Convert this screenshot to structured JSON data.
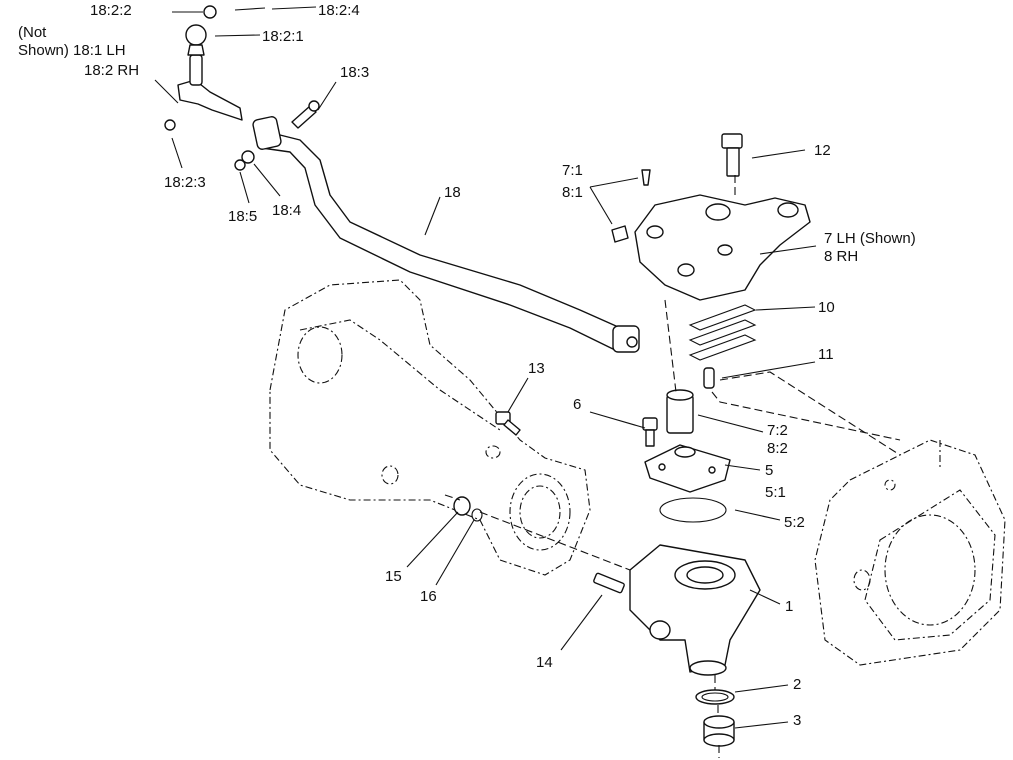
{
  "labels": {
    "l_18_2_2": "18:2:2",
    "l_18_2_4": "18:2:4",
    "l_not": "(Not",
    "l_shown_18_1": "Shown) 18:1 LH",
    "l_18_2_rh": "18:2 RH",
    "l_18_2_1": "18:2:1",
    "l_18_3": "18:3",
    "l_18_2_3": "18:2:3",
    "l_18_5": "18:5",
    "l_18_4": "18:4",
    "l_18": "18",
    "l_12": "12",
    "l_7_1": "7:1",
    "l_8_1": "8:1",
    "l_7_lh": "7 LH (Shown)",
    "l_8_rh": "8 RH",
    "l_10": "10",
    "l_11": "11",
    "l_13": "13",
    "l_6": "6",
    "l_7_2": "7:2",
    "l_8_2": "8:2",
    "l_5": "5",
    "l_5_1": "5:1",
    "l_5_2": "5:2",
    "l_1": "1",
    "l_15": "15",
    "l_16": "16",
    "l_14": "14",
    "l_2": "2",
    "l_3": "3"
  }
}
